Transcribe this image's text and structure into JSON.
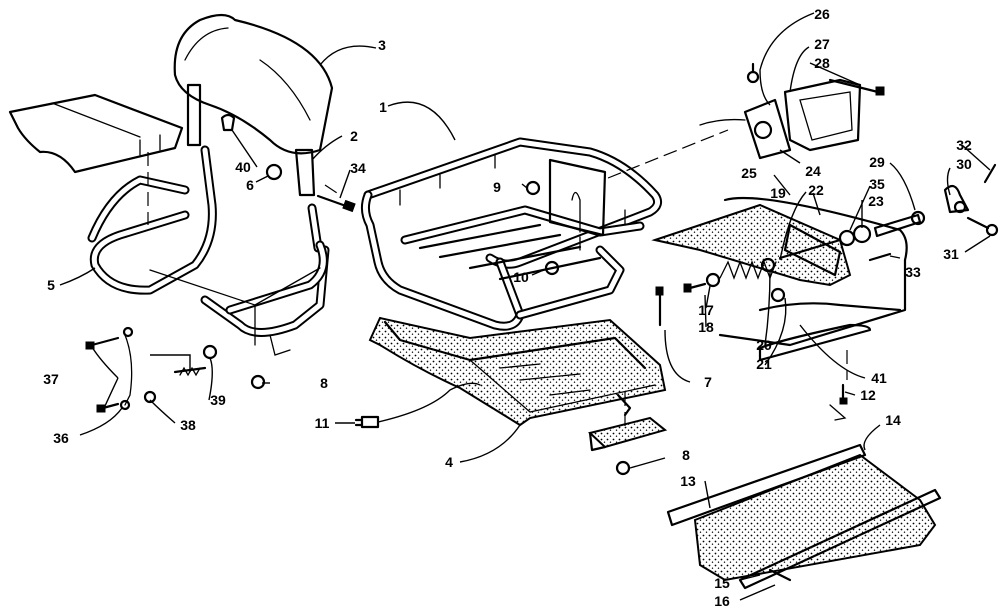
{
  "callouts": [
    {
      "id": "c1",
      "text": "1"
    },
    {
      "id": "c2",
      "text": "2"
    },
    {
      "id": "c3",
      "text": "3"
    },
    {
      "id": "c4",
      "text": "4"
    },
    {
      "id": "c5",
      "text": "5"
    },
    {
      "id": "c6",
      "text": "6"
    },
    {
      "id": "c7",
      "text": "7"
    },
    {
      "id": "c8a",
      "text": "8"
    },
    {
      "id": "c8b",
      "text": "8"
    },
    {
      "id": "c9",
      "text": "9"
    },
    {
      "id": "c10",
      "text": "10"
    },
    {
      "id": "c11",
      "text": "11"
    },
    {
      "id": "c12",
      "text": "12"
    },
    {
      "id": "c13",
      "text": "13"
    },
    {
      "id": "c14",
      "text": "14"
    },
    {
      "id": "c15",
      "text": "15"
    },
    {
      "id": "c16",
      "text": "16"
    },
    {
      "id": "c17",
      "text": "17"
    },
    {
      "id": "c18",
      "text": "18"
    },
    {
      "id": "c19",
      "text": "19"
    },
    {
      "id": "c20",
      "text": "20"
    },
    {
      "id": "c21",
      "text": "21"
    },
    {
      "id": "c22",
      "text": "22"
    },
    {
      "id": "c23",
      "text": "23"
    },
    {
      "id": "c24",
      "text": "24"
    },
    {
      "id": "c25",
      "text": "25"
    },
    {
      "id": "c26",
      "text": "26"
    },
    {
      "id": "c27",
      "text": "27"
    },
    {
      "id": "c28",
      "text": "28"
    },
    {
      "id": "c29",
      "text": "29"
    },
    {
      "id": "c30",
      "text": "30"
    },
    {
      "id": "c31",
      "text": "31"
    },
    {
      "id": "c32",
      "text": "32"
    },
    {
      "id": "c33",
      "text": "33"
    },
    {
      "id": "c34",
      "text": "34"
    },
    {
      "id": "c35",
      "text": "35"
    },
    {
      "id": "c36",
      "text": "36"
    },
    {
      "id": "c37",
      "text": "37"
    },
    {
      "id": "c38",
      "text": "38"
    },
    {
      "id": "c39",
      "text": "39"
    },
    {
      "id": "c40",
      "text": "40"
    },
    {
      "id": "c41",
      "text": "41"
    }
  ],
  "colors": {
    "ink": "#000000",
    "paper": "#ffffff"
  }
}
